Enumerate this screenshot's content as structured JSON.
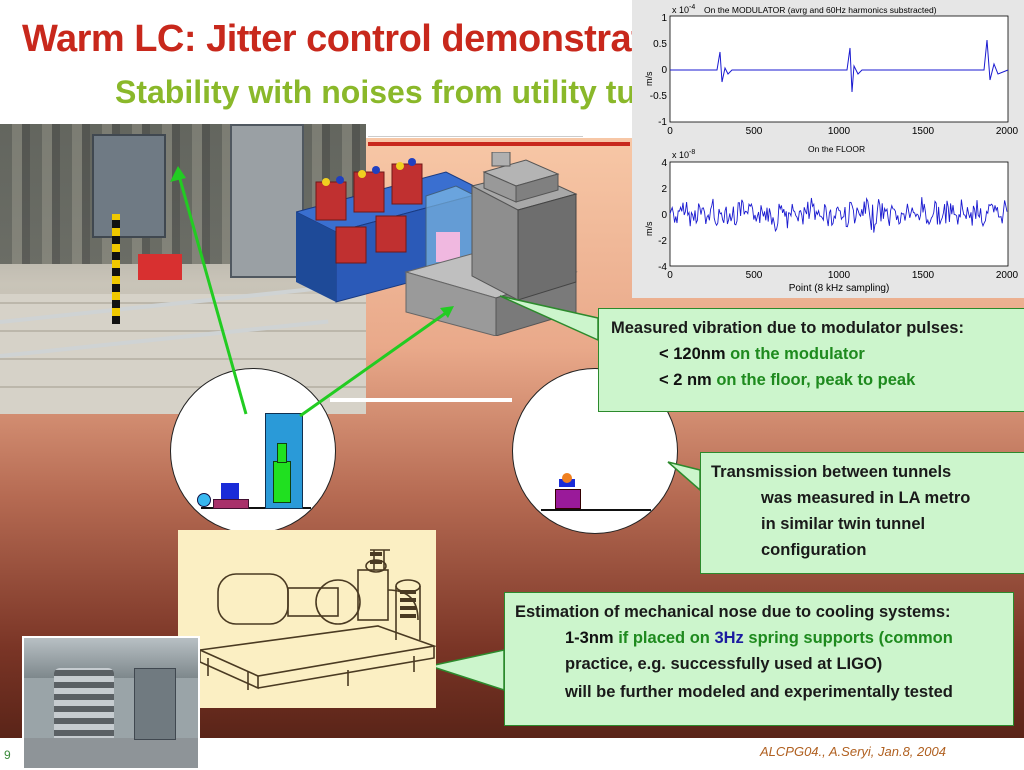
{
  "slide": {
    "title": "Warm LC: Jitter control demonstrations and R&D",
    "subtitle": "Stability with noises from utility tunnel",
    "page_number": "9",
    "footer": "ALCPG04., A.Seryi, Jan.8, 2004"
  },
  "plots": {
    "top": {
      "title": "On the MODULATOR   (avrg and 60Hz harmonics substracted)",
      "exponent": "x 10",
      "exponent_power": "-4",
      "ylabel": "m/s",
      "yticks": [
        "1",
        "0.5",
        "0",
        "-0.5",
        "-1"
      ],
      "xticks": [
        "0",
        "500",
        "1000",
        "1500",
        "2000"
      ]
    },
    "bottom": {
      "title": "On the FLOOR",
      "exponent": "x 10",
      "exponent_power": "-8",
      "ylabel": "m/s",
      "yticks": [
        "4",
        "2",
        "0",
        "-2",
        "-4"
      ],
      "xticks": [
        "0",
        "500",
        "1000",
        "1500",
        "2000"
      ],
      "xlabel": "Point (8 kHz sampling)"
    }
  },
  "callouts": {
    "vibration": {
      "line1": "Measured vibration due to modulator pulses:",
      "line2_value": "< 120nm",
      "line2_text": " on the modulator",
      "line3_value": "< 2 nm",
      "line3_text": " on the floor, peak to peak"
    },
    "transmission": {
      "line1": "Transmission between tunnels",
      "line2": "was measured in LA metro",
      "line3": "in similar twin tunnel",
      "line4": "configuration"
    },
    "cooling": {
      "line1": "Estimation of mechanical nose due to cooling systems:",
      "line2_value": "1-3nm",
      "line2_mid": " if placed on ",
      "line2_hz": "3Hz",
      "line2_end": " spring supports (common",
      "line3": "practice, e.g. successfully used at LIGO)",
      "line4": "will be further modeled and experimentally tested"
    }
  },
  "colors": {
    "title": "#c8281c",
    "subtitle": "#8ab82a",
    "callout_bg": "#ccf5cc",
    "callout_text": "#1e8a1e",
    "footer": "#b06020"
  }
}
